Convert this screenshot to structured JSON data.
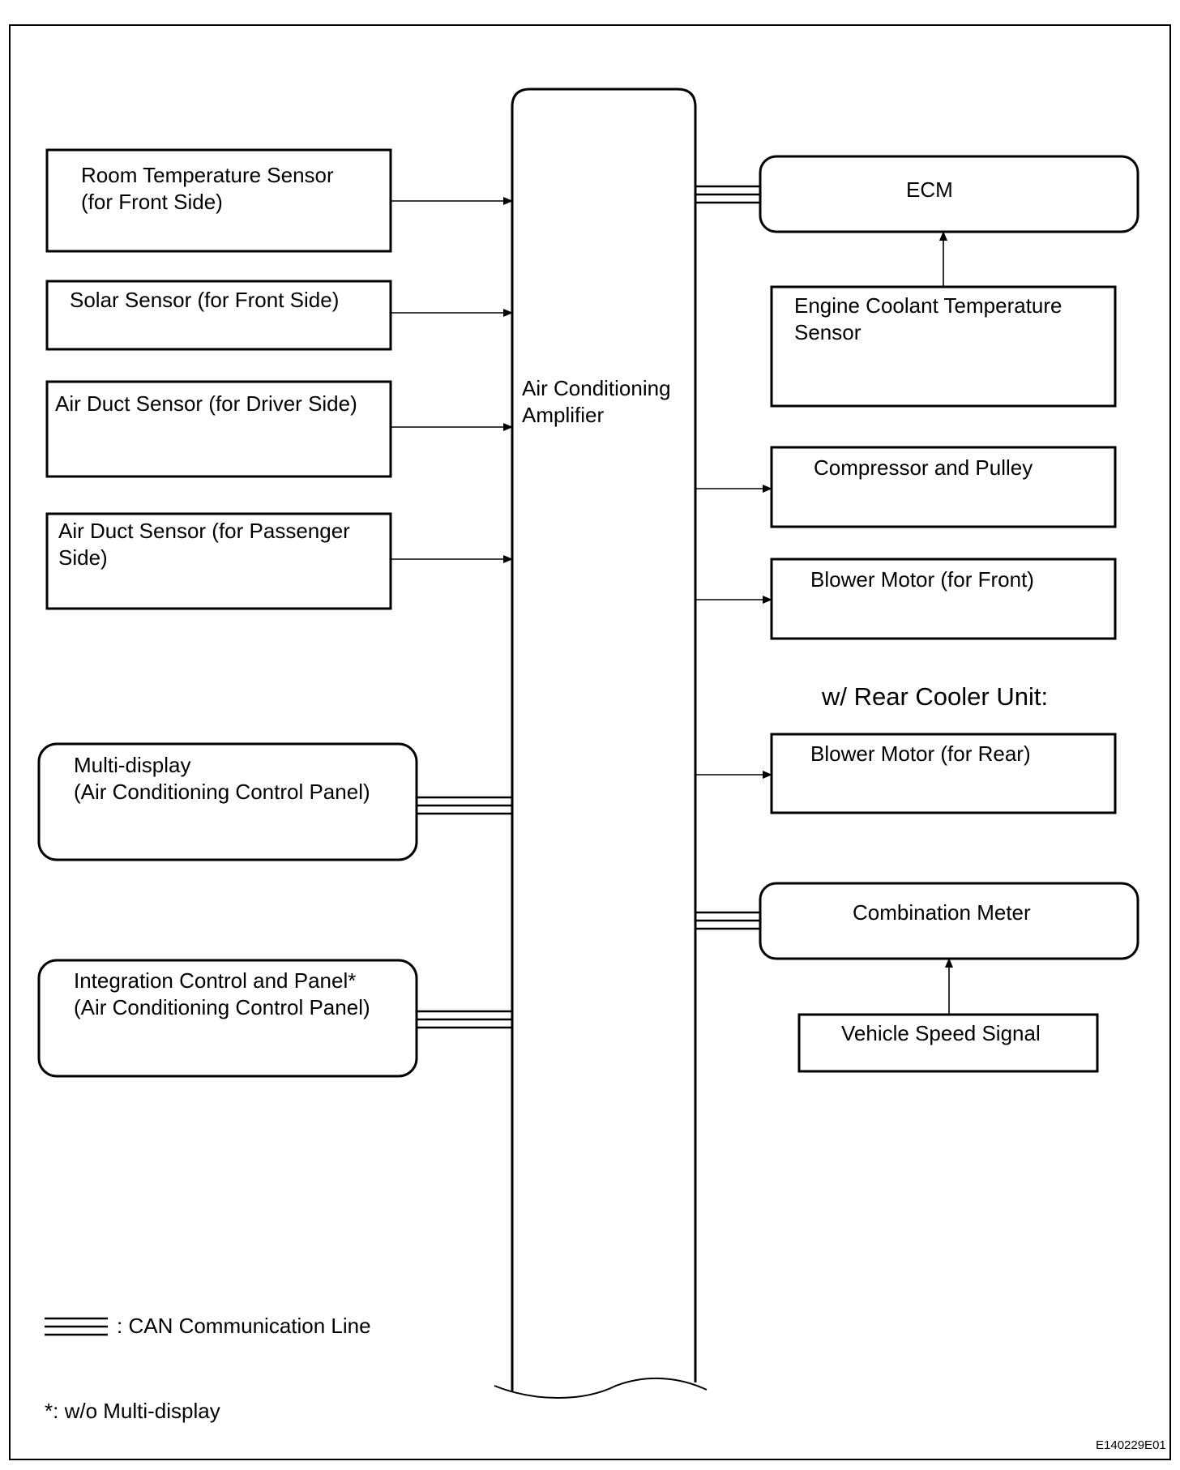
{
  "amplifier": {
    "line1": "Air Conditioning",
    "line2": "Amplifier"
  },
  "inputs": {
    "room_temp_sensor": {
      "line1": "Room Temperature Sensor",
      "line2": "(for Front Side)"
    },
    "solar_sensor": {
      "label": "Solar Sensor (for Front Side)"
    },
    "air_duct_driver": {
      "label": "Air Duct Sensor (for Driver Side)"
    },
    "air_duct_passenger": {
      "line1": "Air Duct Sensor (for Passenger",
      "line2": "Side)"
    },
    "multi_display": {
      "line1": "Multi-display",
      "line2": "(Air Conditioning Control Panel)"
    },
    "integration_panel": {
      "line1": "Integration Control and Panel*",
      "line2": "(Air Conditioning Control Panel)"
    }
  },
  "outputs": {
    "ecm": {
      "label": "ECM"
    },
    "engine_coolant": {
      "line1": "Engine Coolant Temperature",
      "line2": "Sensor"
    },
    "compressor": {
      "label": "Compressor and Pulley"
    },
    "blower_front": {
      "label": "Blower Motor (for Front)"
    },
    "rear_cooler_heading": "w/ Rear Cooler Unit:",
    "blower_rear": {
      "label": "Blower Motor (for Rear)"
    },
    "combination_meter": {
      "label": "Combination Meter"
    },
    "vehicle_speed": {
      "label": "Vehicle Speed Signal"
    }
  },
  "legend": {
    "can_line": ": CAN Communication Line"
  },
  "footnote": "*: w/o Multi-display",
  "figure_id": "E140229E01"
}
